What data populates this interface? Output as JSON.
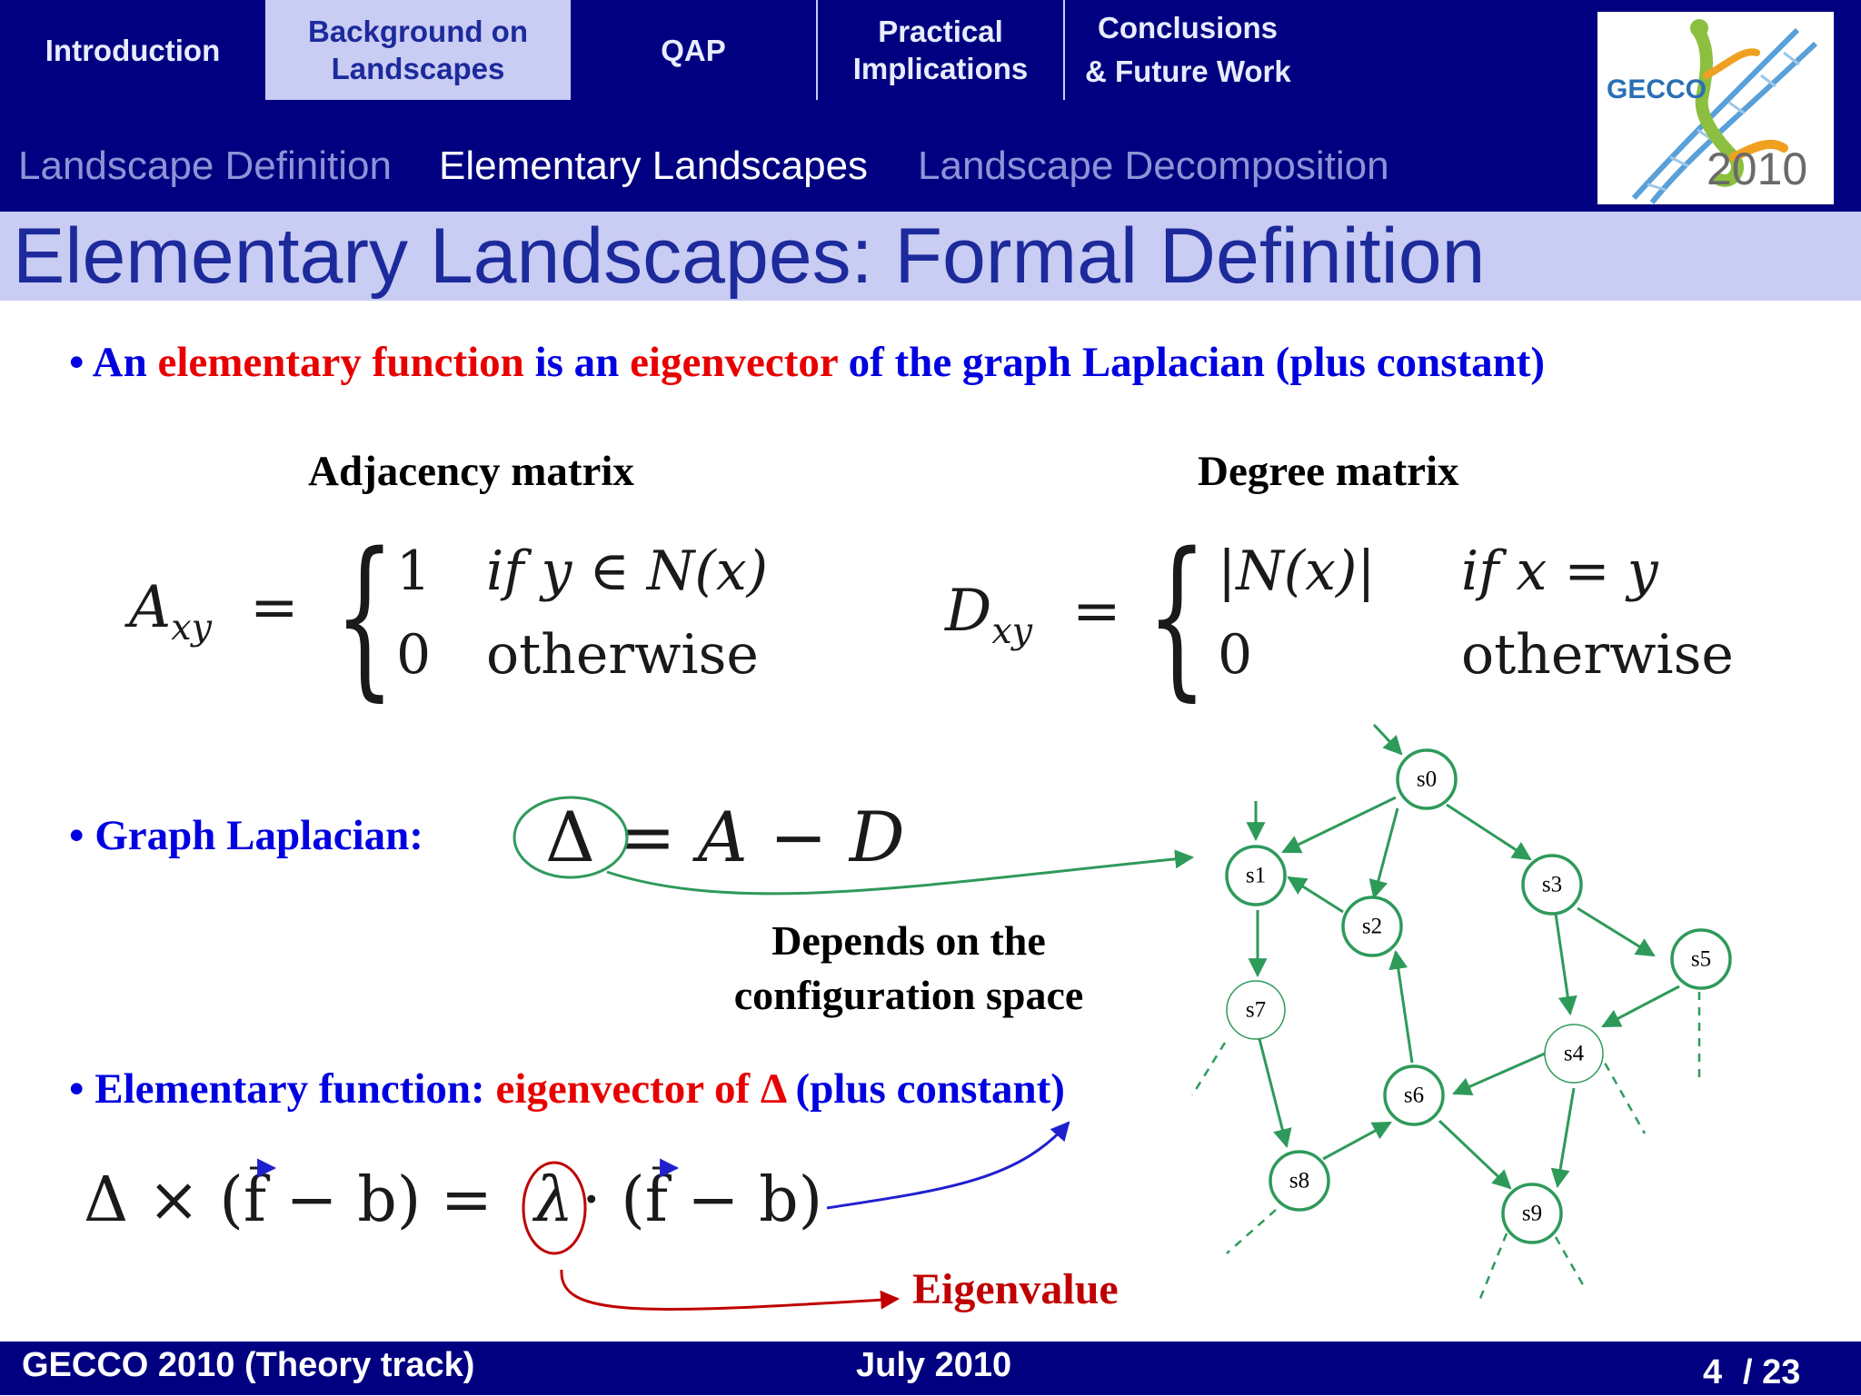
{
  "nav": {
    "tabs": [
      {
        "label_1": "Introduction",
        "label_2": ""
      },
      {
        "label_1": "Background on",
        "label_2": "Landscapes"
      },
      {
        "label_1": "QAP",
        "label_2": ""
      },
      {
        "label_1": "Practical",
        "label_2": "Implications"
      },
      {
        "label_1": "Conclusions",
        "label_2": "& Future Work"
      }
    ],
    "active_tab": "Background on Landscapes",
    "subsections": [
      "Landscape Definition",
      "Elementary Landscapes",
      "Landscape Decomposition"
    ],
    "current_subsection": "Elementary Landscapes"
  },
  "logo": {
    "text_top": "GECCO",
    "text_year": "2010"
  },
  "slide": {
    "title": "Elementary Landscapes: Formal Definition",
    "bullet1": {
      "parts": [
        "An ",
        "elementary function",
        " is an ",
        "eigenvector",
        " of the graph Laplacian (plus constant)"
      ]
    },
    "adjacency_heading": "Adjacency matrix",
    "degree_heading": "Degree matrix",
    "adjacency_formula": {
      "lhs": "A",
      "lhs_sub": "xy",
      "eq": "=",
      "row1_val": "1",
      "row1_cond": "if y ∈ N(x)",
      "row2_val": "0",
      "row2_cond": "otherwise"
    },
    "degree_formula": {
      "lhs": "D",
      "lhs_sub": "xy",
      "eq": "=",
      "row1_val": "|N(x)|",
      "row1_cond": "if x = y",
      "row2_val": "0",
      "row2_cond": "otherwise"
    },
    "bullet2": {
      "label": "Graph Laplacian:"
    },
    "laplacian_formula": {
      "delta": "Δ",
      "rest": "= A − D"
    },
    "note": {
      "line1": "Depends on the",
      "line2": "configuration space"
    },
    "bullet3": {
      "parts": [
        "Elementary function: ",
        "eigenvector of Δ",
        " (plus constant)"
      ]
    },
    "eigen_formula": {
      "left": "Δ × (f − b) =",
      "lambda": "λ",
      "right": "· (f − b)"
    },
    "eigenvalue_label": "Eigenvalue"
  },
  "graph": {
    "nodes": [
      "s0",
      "s1",
      "s2",
      "s3",
      "s4",
      "s5",
      "s6",
      "s7",
      "s8",
      "s9"
    ]
  },
  "footer": {
    "left": "GECCO 2010 (Theory track)",
    "center": "July 2010",
    "page": "4",
    "total": "/ 23"
  },
  "colors": {
    "bar": "#000080",
    "band": "#c9ccf3",
    "title": "#1d2a9b",
    "blue": "#0000e0",
    "red": "#e80000",
    "graph": "#2e9a5a"
  }
}
